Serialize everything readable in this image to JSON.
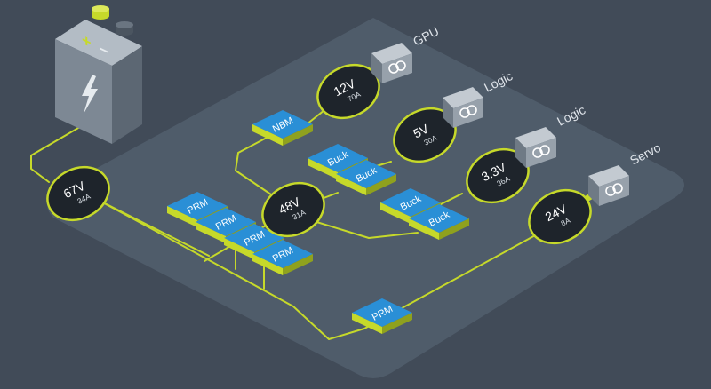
{
  "colors": {
    "background": "#414b58",
    "board": "#546270",
    "wire": "#c6d92a",
    "module": "#1f7fc4",
    "bus_ring": "#c6d92a",
    "load_box": "#8e98a2"
  },
  "battery": {
    "plus_symbol": "+",
    "minus_symbol": "−",
    "icon": "lightning-bolt-icon"
  },
  "buses": [
    {
      "voltage": "67V",
      "current": "34A"
    },
    {
      "voltage": "48V",
      "current": "31A"
    },
    {
      "voltage": "12V",
      "current": "70A"
    },
    {
      "voltage": "5V",
      "current": "30A"
    },
    {
      "voltage": "3.3V",
      "current": "36A"
    },
    {
      "voltage": "24V",
      "current": "8A"
    }
  ],
  "modules": {
    "prm": "PRM",
    "nbm": "NBM",
    "buck": "Buck"
  },
  "loads": [
    "GPU",
    "Logic",
    "Logic",
    "Servo"
  ],
  "load_icon": "interlocked-rings-icon"
}
